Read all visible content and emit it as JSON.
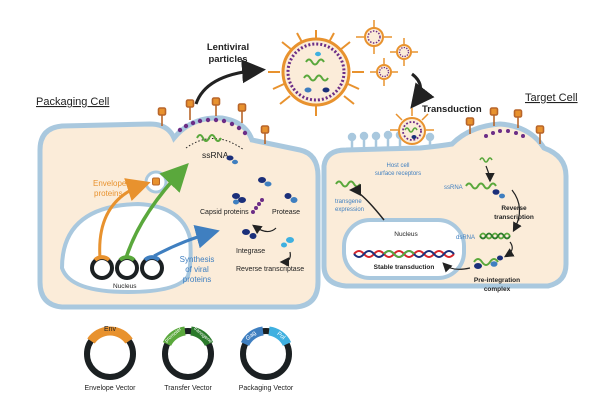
{
  "titles": {
    "packaging_cell": "Packaging Cell",
    "target_cell": "Target Cell",
    "lentiviral_line1": "Lentiviral",
    "lentiviral_line2": "particles",
    "transduction": "Transduction"
  },
  "packaging": {
    "ssrna": "ssRNA",
    "envelope_line1": "Envelope",
    "envelope_line2": "proteins",
    "capsid": "Capsid proteins",
    "protease": "Protease",
    "integrase": "Integrase",
    "rt": "Reverse transcriptase",
    "synthesis_line1": "Synthesis",
    "synthesis_line2": "of viral",
    "synthesis_line3": "proteins",
    "nucleus": "Nucleus"
  },
  "target": {
    "receptors_line1": "Host cell",
    "receptors_line2": "surface receptors",
    "transgene_line1": "transgene",
    "transgene_line2": "expression",
    "nucleus": "Nucleus",
    "stable": "Stable transduction",
    "ssrna": "ssRNA",
    "rt_line1": "Reverse",
    "rt_line2": "transcription",
    "dsrna": "dsRNA",
    "pic_line1": "Pre-integration",
    "pic_line2": "complex"
  },
  "vectors": [
    {
      "label": "Envelope Vector",
      "segments": [
        "Env"
      ]
    },
    {
      "label": "Transfer Vector",
      "segments": [
        "promoter",
        "transgene"
      ]
    },
    {
      "label": "Packaging Vector",
      "segments": [
        "Gag",
        "Pol"
      ]
    }
  ],
  "colors": {
    "cell_fill": "#fbecd9",
    "membrane": "#a9c8de",
    "orange": "#e8922e",
    "green": "#5aa83c",
    "blue": "#3f7fc0",
    "navy": "#1b2f7a",
    "cyan": "#3fb0e0",
    "purple": "#6c2d86",
    "red": "#d7262c"
  }
}
